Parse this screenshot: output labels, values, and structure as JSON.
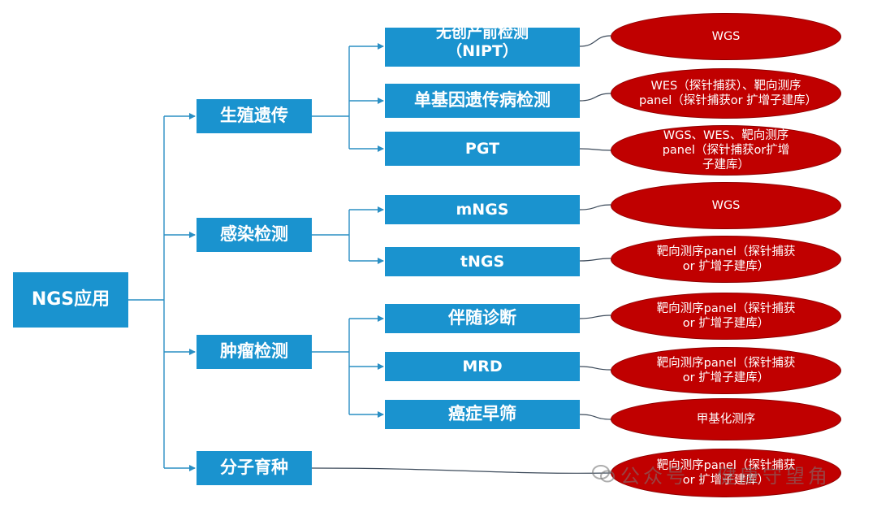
{
  "root": {
    "label": "NGS应用"
  },
  "categories": [
    {
      "label": "生殖遗传"
    },
    {
      "label": "感染检测"
    },
    {
      "label": "肿瘤检测"
    },
    {
      "label": "分子育种"
    }
  ],
  "tests": [
    {
      "label_line1": "无创产前检测",
      "label_line2": "（NIPT）"
    },
    {
      "label": "单基因遗传病检测"
    },
    {
      "label": "PGT"
    },
    {
      "label": "mNGS"
    },
    {
      "label": "tNGS"
    },
    {
      "label": "伴随诊断"
    },
    {
      "label": "MRD"
    },
    {
      "label": "癌症早筛"
    }
  ],
  "methods": [
    {
      "text": "WGS"
    },
    {
      "text": "WES（探针捕获）、靶向测序panel（探针捕获or 扩增子建库）"
    },
    {
      "text": "WGS、WES、靶向测序panel（探针捕获or扩增子建库）"
    },
    {
      "text": "WGS"
    },
    {
      "text": "靶向测序panel（探针捕获 or 扩增子建库）"
    },
    {
      "text": "靶向测序panel（探针捕获 or 扩增子建库）"
    },
    {
      "text": "靶向测序panel（探针捕获 or 扩增子建库）"
    },
    {
      "text": "甲基化测序"
    },
    {
      "text": "靶向测序panel（探针捕获 or 扩增子建库）"
    }
  ],
  "watermark": {
    "text": "公众号 · 健康守望角"
  },
  "colors": {
    "box": "#1a93cf",
    "ellipse": "#c00000",
    "connector": "#2a8fc4",
    "curve": "#3c4a5a"
  }
}
